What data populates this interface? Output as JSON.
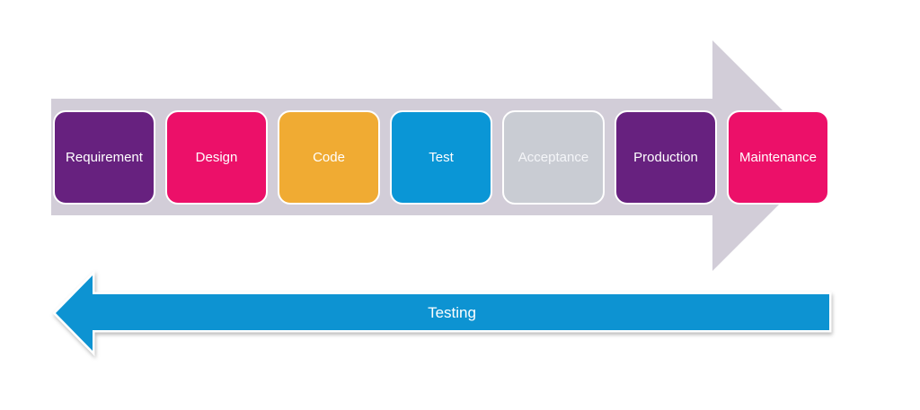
{
  "diagram": {
    "type": "software-development-lifecycle-flow"
  },
  "process_arrow": {
    "direction": "right",
    "color": "#D2CDD8",
    "stages": [
      {
        "label": "Requirement",
        "color": "#67217F",
        "text_color": "#FFFFFF"
      },
      {
        "label": "Design",
        "color": "#EC1069",
        "text_color": "#FFFFFF"
      },
      {
        "label": "Code",
        "color": "#F0AB33",
        "text_color": "#FFFFFF"
      },
      {
        "label": "Test",
        "color": "#0A96D6",
        "text_color": "#FFFFFF"
      },
      {
        "label": "Acceptance",
        "color": "#C9CCD3",
        "text_color": "#F4F5F8"
      },
      {
        "label": "Production",
        "color": "#67217F",
        "text_color": "#FFFFFF"
      },
      {
        "label": "Maintenance",
        "color": "#EC1069",
        "text_color": "#FFFFFF"
      }
    ]
  },
  "testing_arrow": {
    "direction": "left",
    "label": "Testing",
    "color": "#0C93D2",
    "text_color": "#FFFFFF"
  }
}
